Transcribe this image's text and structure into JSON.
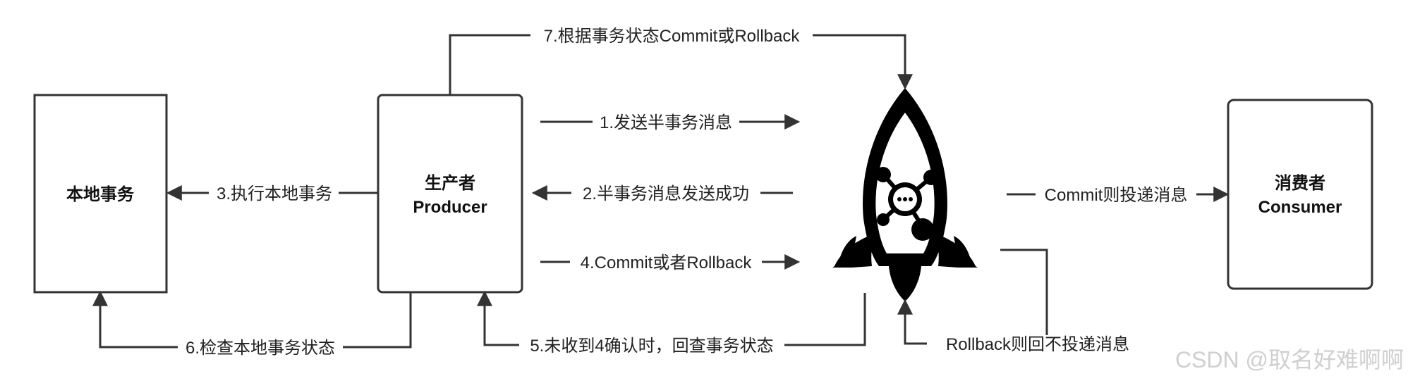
{
  "nodes": {
    "local_tx": {
      "label": "本地事务"
    },
    "producer": {
      "line1": "生产者",
      "line2": "Producer"
    },
    "consumer": {
      "line1": "消费者",
      "line2": "Consumer"
    }
  },
  "edges": {
    "e1": "1.发送半事务消息",
    "e2": "2.半事务消息发送成功",
    "e3": "3.执行本地事务",
    "e4": "4.Commit或者Rollback",
    "e5": "5.未收到4确认时，回查事务状态",
    "e6": "6.检查本地事务状态",
    "e7": "7.根据事务状态Commit或Rollback",
    "commit": "Commit则投递消息",
    "rollback": "Rollback则回不投递消息"
  },
  "watermark": "CSDN @取名好难啊啊",
  "colors": {
    "stroke": "#333333",
    "rocket": "#000000"
  }
}
